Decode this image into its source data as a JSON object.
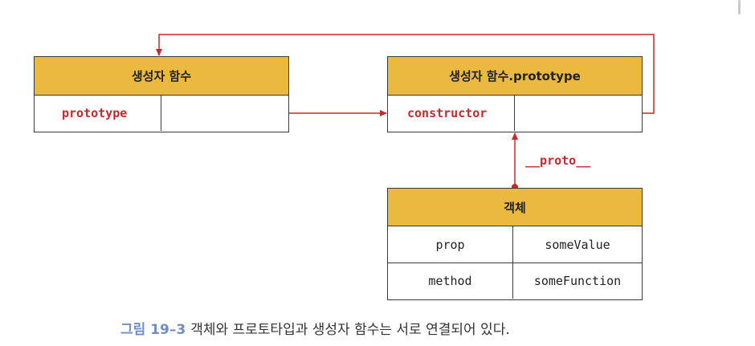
{
  "constructor_box": {
    "title": "생성자 함수",
    "key": "prototype",
    "value": ""
  },
  "prototype_box": {
    "title": "생성자 함수.prototype",
    "key": "constructor",
    "value": ""
  },
  "object_box": {
    "title": "객체",
    "rows": [
      {
        "key": "prop",
        "value": "someValue"
      },
      {
        "key": "method",
        "value": "someFunction"
      }
    ]
  },
  "link_label": "__proto__",
  "caption": {
    "figure_no": "그림 19–3",
    "text": "객체와 프로토타입과 생성자 함수는 서로 연결되어 있다."
  },
  "colors": {
    "header": "#ebb93f",
    "arrow": "#c8282b",
    "key_text": "#c8282b",
    "figure_no": "#6f8fc4"
  }
}
